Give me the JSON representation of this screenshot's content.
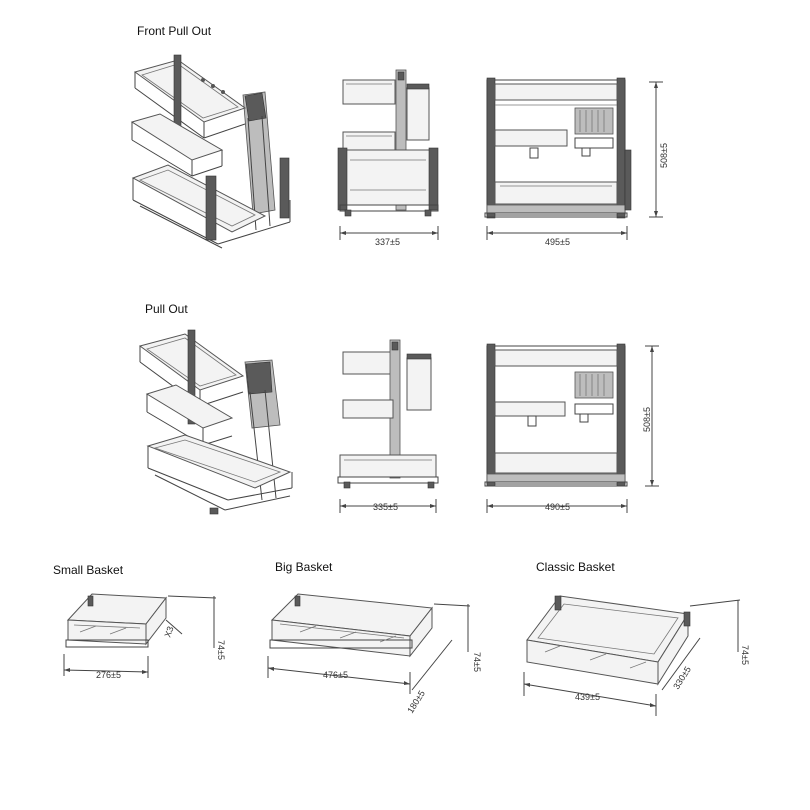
{
  "sections": {
    "front_pull_out": {
      "title": "Front Pull Out",
      "dim_width_side": "337±5",
      "dim_width_front": "495±5",
      "dim_height": "508±5"
    },
    "pull_out": {
      "title": "Pull Out",
      "dim_width_side": "335±5",
      "dim_width_front": "490±5",
      "dim_height": "508±5"
    }
  },
  "baskets": {
    "small": {
      "title": "Small Basket",
      "dim_width": "276±5",
      "dim_depth": "X3",
      "dim_height": "74±5"
    },
    "big": {
      "title": "Big Basket",
      "dim_width": "476±5",
      "dim_depth": "180±5",
      "dim_height": "74±5"
    },
    "classic": {
      "title": "Classic Basket",
      "dim_width": "439±5",
      "dim_depth": "330±5",
      "dim_height": "74±5"
    }
  },
  "colors": {
    "line": "#444444",
    "dark_part": "#5a5a5a",
    "glass": "#f3f3f3"
  }
}
